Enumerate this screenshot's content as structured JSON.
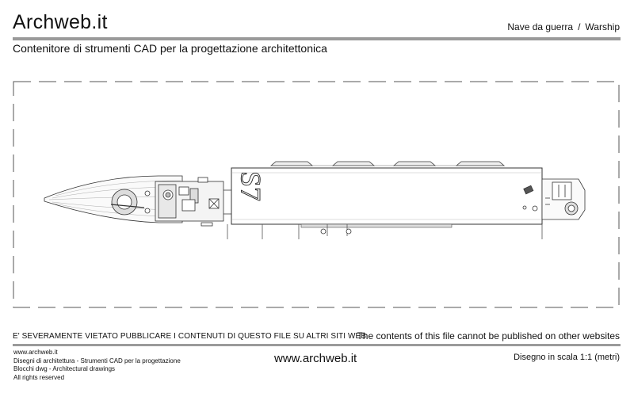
{
  "header": {
    "logo": "Archweb.it",
    "breadcrumb": [
      "Nave da guerra",
      "Warship"
    ],
    "breadcrumb_separator": "/",
    "subtitle": "Contenitore di strumenti CAD per la progettazione architettonica"
  },
  "drawing": {
    "deck_number": "S7"
  },
  "notice": {
    "italian": "E' SEVERAMENTE VIETATO PUBBLICARE I CONTENUTI DI QUESTO FILE SU ALTRI SITI WEB",
    "english": "The contents of this file cannot be published on other websites"
  },
  "footer": {
    "left_lines": [
      "www.archweb.it",
      "Disegni di architettura - Strumenti CAD  per la progettazione",
      "Blocchi dwg - Architectural drawings",
      "All rights reserved"
    ],
    "center": "www.archweb.it",
    "right": "Disegno in scala 1:1 (metri)"
  },
  "colors": {
    "rule": "#9a9a9a",
    "text": "#111111",
    "line": "#333333"
  }
}
